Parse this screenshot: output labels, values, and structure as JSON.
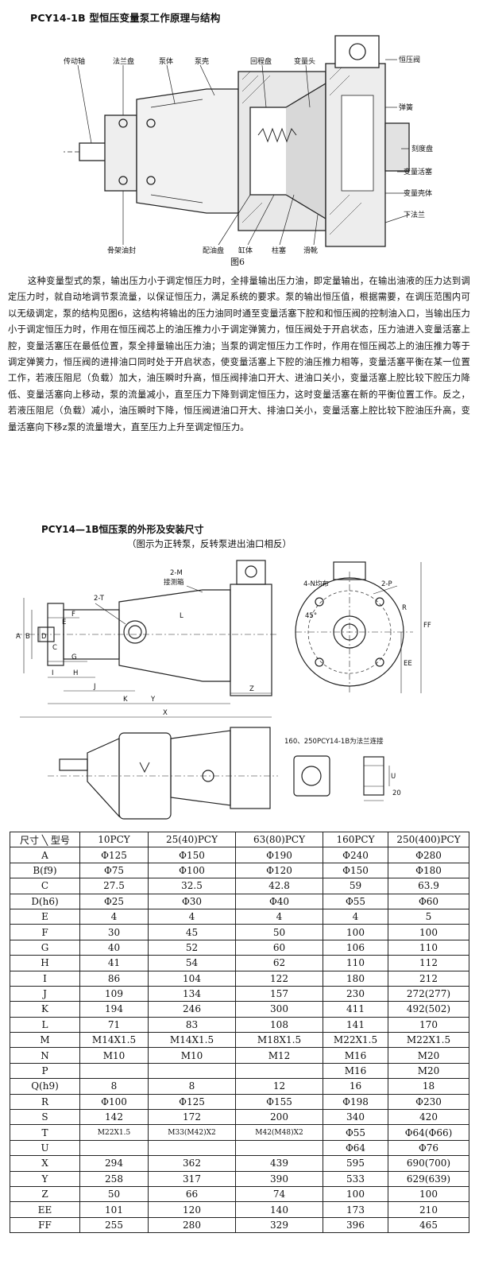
{
  "title": "PCY14-1B 型恒压变量泵工作原理与结构",
  "figure1": {
    "caption": "图6",
    "labels": {
      "drive_shaft": "传动轴",
      "flange_plate": "法兰盘",
      "pump_body": "泵体",
      "pump_housing": "泵壳",
      "return_plate": "回程盘",
      "variable_head": "变量头",
      "constant_valve": "恒压阀",
      "spring": "弹簧",
      "scale_plate": "刻度盘",
      "variable_piston": "变量活塞",
      "variable_housing": "变量壳体",
      "lower_flange": "下法兰",
      "oil_seal": "骨架油封",
      "valve_plate": "配油盘",
      "cylinder": "缸体",
      "plunger": "柱塞",
      "slipper": "滑靴"
    }
  },
  "paragraph": "这种变量型式的泵，输出压力小于调定恒压力时，全排量输出压力油，即定量输出，在输出油液的压力达到调定压力时，就自动地调节泵流量，以保证恒压力，满足系统的要求。泵的输出恒压值，根据需要，在调压范围内可以无级调定，泵的结构见图6，这结构将输出的压力油同时通至变量活塞下腔和和恒压阀的控制油入口，当输出压力小于调定恒压力时，作用在恒压阀芯上的油压推力小于调定弹簧力，恒压阀处于开启状态，压力油进入变量活塞上腔，变量活塞压在最低位置，泵全排量输出压力油；当泵的调定恒压力工作时，作用在恒压阀芯上的油压推力等于调定弹簧力，恒压阀的进排油口同时处于开启状态，使变量活塞上下腔的油压推力相等，变量活塞平衡在某一位置工作，若液压阻尼（负载）加大，油压瞬时升高，恒压阀排油口开大、进油口关小，变量活塞上腔比较下腔压力降低、变量活塞向上移动，泵的流量减小，直至压力下降到调定恒压力，这时变量活塞在新的平衡位置工作。反之，若液压阻尼（负载）减小，油压瞬时下降，恒压阀进油口开大、排油口关小，变量活塞上腔比较下腔油压升高，变量活塞向下移z泵的流量增大，直至压力上升至调定恒压力。",
  "subtitle": "PCY14—1B恒压泵的外形及安装尺寸",
  "subnote": "（图示为正转泵，反转泵进出油口相反）",
  "figure2": {
    "labels": {
      "port_2M": "2-M",
      "gauge_connector": "接测箱",
      "port_2T": "2-T",
      "holes_4N": "4-N均布",
      "port_2P": "2-P",
      "angle": "45°",
      "note_flange": "160、250PCY14-1B为法兰连接",
      "dim_20": "20"
    },
    "dims": [
      "A",
      "B",
      "C",
      "D",
      "E",
      "F",
      "G",
      "H",
      "I",
      "J",
      "K",
      "L",
      "X",
      "Y",
      "Z",
      "R",
      "EE",
      "FF",
      "U"
    ]
  },
  "table": {
    "header_dim": "尺寸",
    "header_model": "型号",
    "models": [
      "10PCY",
      "25(40)PCY",
      "63(80)PCY",
      "160PCY",
      "250(400)PCY"
    ],
    "rows": [
      {
        "label": "A",
        "values": [
          "Φ125",
          "Φ150",
          "Φ190",
          "Φ240",
          "Φ280"
        ]
      },
      {
        "label": "B(f9)",
        "values": [
          "Φ75",
          "Φ100",
          "Φ120",
          "Φ150",
          "Φ180"
        ]
      },
      {
        "label": "C",
        "values": [
          "27.5",
          "32.5",
          "42.8",
          "59",
          "63.9"
        ]
      },
      {
        "label": "D(h6)",
        "values": [
          "Φ25",
          "Φ30",
          "Φ40",
          "Φ55",
          "Φ60"
        ]
      },
      {
        "label": "E",
        "values": [
          "4",
          "4",
          "4",
          "4",
          "5"
        ]
      },
      {
        "label": "F",
        "values": [
          "30",
          "45",
          "50",
          "100",
          "100"
        ]
      },
      {
        "label": "G",
        "values": [
          "40",
          "52",
          "60",
          "106",
          "110"
        ]
      },
      {
        "label": "H",
        "values": [
          "41",
          "54",
          "62",
          "110",
          "112"
        ]
      },
      {
        "label": "I",
        "values": [
          "86",
          "104",
          "122",
          "180",
          "212"
        ]
      },
      {
        "label": "J",
        "values": [
          "109",
          "134",
          "157",
          "230",
          "272(277)"
        ]
      },
      {
        "label": "K",
        "values": [
          "194",
          "246",
          "300",
          "411",
          "492(502)"
        ]
      },
      {
        "label": "L",
        "values": [
          "71",
          "83",
          "108",
          "141",
          "170"
        ]
      },
      {
        "label": "M",
        "values": [
          "M14X1.5",
          "M14X1.5",
          "M18X1.5",
          "M22X1.5",
          "M22X1.5"
        ]
      },
      {
        "label": "N",
        "values": [
          "M10",
          "M10",
          "M12",
          "M16",
          "M20"
        ]
      },
      {
        "label": "P",
        "values": [
          "",
          "",
          "",
          "M16",
          "M20"
        ]
      },
      {
        "label": "Q(h9)",
        "values": [
          "8",
          "8",
          "12",
          "16",
          "18"
        ]
      },
      {
        "label": "R",
        "values": [
          "Φ100",
          "Φ125",
          "Φ155",
          "Φ198",
          "Φ230"
        ]
      },
      {
        "label": "S",
        "values": [
          "142",
          "172",
          "200",
          "340",
          "420"
        ]
      },
      {
        "label": "T",
        "values": [
          "M22X1.5",
          "M33(M42)X2",
          "M42(M48)X2",
          "Φ55",
          "Φ64(Φ66)"
        ]
      },
      {
        "label": "U",
        "values": [
          "",
          "",
          "",
          "Φ64",
          "Φ76"
        ]
      },
      {
        "label": "X",
        "values": [
          "294",
          "362",
          "439",
          "595",
          "690(700)"
        ]
      },
      {
        "label": "Y",
        "values": [
          "258",
          "317",
          "390",
          "533",
          "629(639)"
        ]
      },
      {
        "label": "Z",
        "values": [
          "50",
          "66",
          "74",
          "100",
          "100"
        ]
      },
      {
        "label": "EE",
        "values": [
          "101",
          "120",
          "140",
          "173",
          "210"
        ]
      },
      {
        "label": "FF",
        "values": [
          "255",
          "280",
          "329",
          "396",
          "465"
        ]
      }
    ]
  }
}
